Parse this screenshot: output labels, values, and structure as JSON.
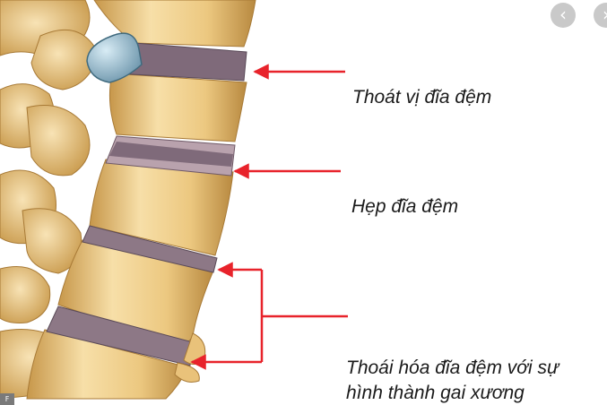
{
  "labels": {
    "herniated_disc": "Thoát vị đĩa đệm",
    "narrowed_disc": "Hẹp đĩa đệm",
    "degeneration_line1": "Thoái hóa đĩa đệm với sự",
    "degeneration_line2": "hình thành gai xương"
  },
  "nav": {
    "prev_icon": "chevron-left-icon",
    "next_icon": "chevron-right-icon",
    "prev_glyph": "‹",
    "next_glyph": "›"
  },
  "watermark": "F",
  "colors": {
    "arrow": "#e8232b",
    "bone": "#e9c27a",
    "bone_light": "#f8e3b5",
    "bone_dark": "#b07f35",
    "disc": "#7f6a7a",
    "hernia": "#8fb5c9",
    "nav": "#c9c9c9"
  }
}
